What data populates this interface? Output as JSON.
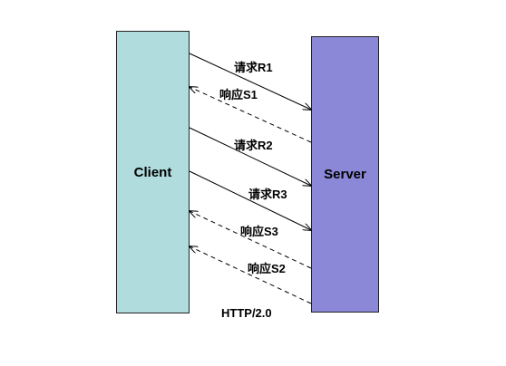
{
  "diagram": {
    "client": {
      "label": "Client",
      "color": "#b0dcdd"
    },
    "server": {
      "label": "Server",
      "color": "#8b88d8"
    },
    "messages": [
      {
        "label": "请求R1",
        "direction": "client-to-server",
        "style": "solid"
      },
      {
        "label": "响应S1",
        "direction": "server-to-client",
        "style": "dashed"
      },
      {
        "label": "请求R2",
        "direction": "client-to-server",
        "style": "solid"
      },
      {
        "label": "请求R3",
        "direction": "client-to-server",
        "style": "solid"
      },
      {
        "label": "响应S3",
        "direction": "server-to-client",
        "style": "dashed"
      },
      {
        "label": "响应S2",
        "direction": "server-to-client",
        "style": "dashed"
      }
    ],
    "caption": "HTTP/2.0"
  }
}
